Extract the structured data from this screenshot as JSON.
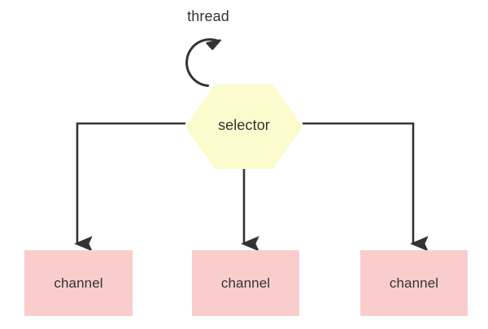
{
  "diagram": {
    "type": "flow-diagram",
    "background_color": "#ffffff",
    "edge_color": "#333333",
    "text_color": "#333333",
    "nodes": {
      "thread": {
        "label": "thread",
        "shape": "self-loop-arrow",
        "icon": "circular-arrow-icon"
      },
      "selector": {
        "label": "selector",
        "shape": "hexagon",
        "fill_color": "#fbfbcd"
      },
      "channels": [
        {
          "label": "channel",
          "shape": "rectangle",
          "fill_color": "#facdcd"
        },
        {
          "label": "channel",
          "shape": "rectangle",
          "fill_color": "#facdcd"
        },
        {
          "label": "channel",
          "shape": "rectangle",
          "fill_color": "#facdcd"
        }
      ]
    },
    "edges": [
      {
        "from": "thread",
        "to": "selector",
        "style": "self-loop",
        "arrowhead": true
      },
      {
        "from": "selector",
        "to": "channel-1",
        "style": "orthogonal-left",
        "arrowhead": true
      },
      {
        "from": "selector",
        "to": "channel-2",
        "style": "straight-down",
        "arrowhead": true
      },
      {
        "from": "selector",
        "to": "channel-3",
        "style": "orthogonal-right",
        "arrowhead": true
      }
    ]
  }
}
